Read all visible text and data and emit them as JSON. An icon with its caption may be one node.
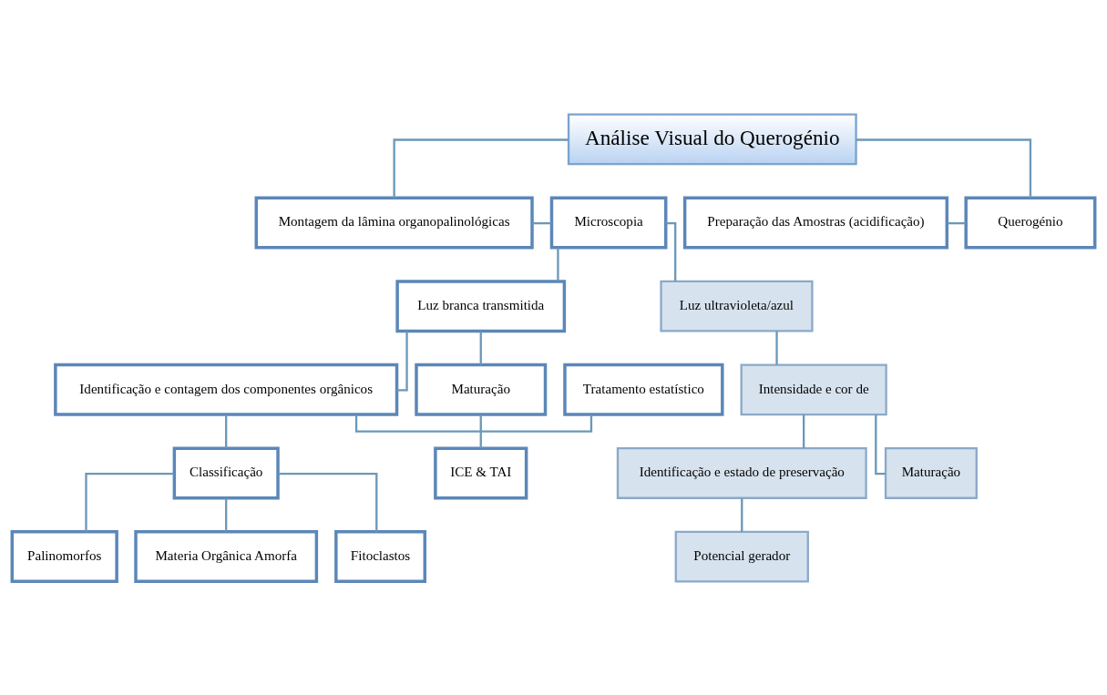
{
  "diagram": {
    "nodes": [
      {
        "text": [
          "Análise Visual do Querogénio"
        ]
      },
      {
        "text": [
          "Preparação das Amostras (acidificação)"
        ]
      },
      {
        "text": [
          "Querogénio"
        ]
      },
      {
        "text": [
          "Montagem da lâmina organopalinológicas"
        ]
      },
      {
        "text": [
          "Microscopia"
        ]
      },
      {
        "text": [
          "Luz branca transmitida"
        ]
      },
      {
        "text": [
          "Luz ultravioleta/azul"
        ]
      },
      {
        "text": [
          "Tratamento estatístico"
        ]
      },
      {
        "text": [
          "Identificação e contagem dos componentes orgânicos"
        ]
      },
      {
        "text": [
          "Maturação"
        ]
      },
      {
        "text": [
          "Classificação"
        ]
      },
      {
        "text": [
          "ICE & TAI"
        ]
      },
      {
        "text": [
          "Intensidade e cor de"
        ]
      },
      {
        "text": [
          "Identificação e estado de preservação"
        ]
      },
      {
        "text": [
          "Maturação"
        ]
      },
      {
        "text": [
          "Fitoclastos"
        ]
      },
      {
        "text": [
          "Palinomorfos"
        ]
      },
      {
        "text": [
          "Materia Orgânica Amorfa"
        ]
      },
      {
        "text": [
          "Potencial gerador"
        ]
      }
    ],
    "edges": [
      {
        "from": 1,
        "to": 2,
        "arrow": "none"
      },
      {
        "from": 0,
        "to": 2,
        "arrow": "none"
      },
      {
        "from": 0,
        "to": 3,
        "arrow": "none"
      },
      {
        "from": 3,
        "to": 4,
        "arrow": "none"
      },
      {
        "from": 4,
        "to": 5,
        "arrow": "none"
      },
      {
        "from": 4,
        "to": 6,
        "arrow": "none"
      },
      {
        "from": 5,
        "to": 8,
        "arrow": "none"
      },
      {
        "from": 5,
        "to": 9,
        "arrow": "none"
      },
      {
        "from": 7,
        "to": 8,
        "arrow": "none"
      },
      {
        "from": 8,
        "to": 10,
        "arrow": "none"
      },
      {
        "from": 9,
        "to": 11,
        "arrow": "none"
      },
      {
        "from": 10,
        "to": 15,
        "arrow": "none"
      },
      {
        "from": 10,
        "to": 16,
        "arrow": "none"
      },
      {
        "from": 10,
        "to": 17,
        "arrow": "none"
      },
      {
        "from": 6,
        "to": 12,
        "arrow": "none"
      },
      {
        "from": 12,
        "to": 13,
        "arrow": "none"
      },
      {
        "from": 12,
        "to": 14,
        "arrow": "none"
      },
      {
        "from": 13,
        "to": 18,
        "arrow": "none"
      }
    ]
  }
}
